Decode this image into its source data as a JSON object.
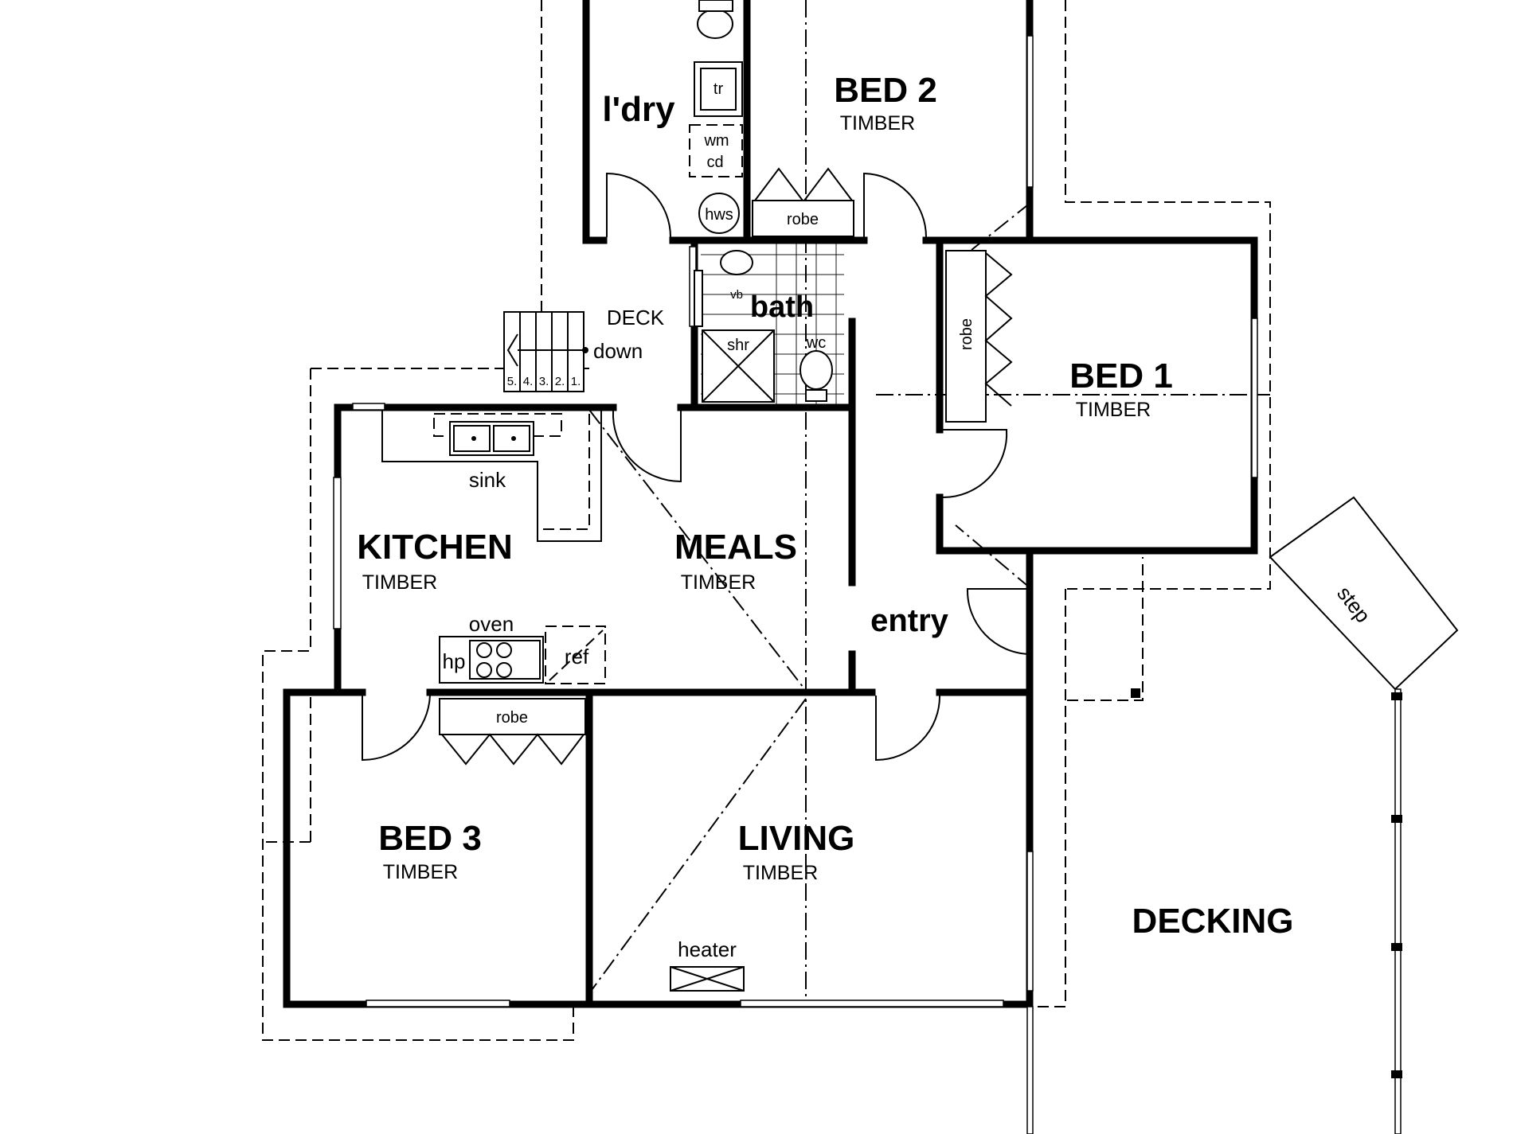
{
  "rooms": {
    "bed2": {
      "name": "BED 2",
      "floor": "TIMBER"
    },
    "bed1": {
      "name": "BED 1",
      "floor": "TIMBER"
    },
    "kitchen": {
      "name": "KITCHEN",
      "floor": "TIMBER"
    },
    "meals": {
      "name": "MEALS",
      "floor": "TIMBER"
    },
    "bed3": {
      "name": "BED 3",
      "floor": "TIMBER"
    },
    "living": {
      "name": "LIVING",
      "floor": "TIMBER"
    },
    "laundry": {
      "name": "l'dry"
    },
    "bath": {
      "name": "bath"
    },
    "entry": {
      "name": "entry"
    },
    "deck": {
      "name": "DECK"
    },
    "decking": {
      "name": "DECKING"
    }
  },
  "labels": {
    "toilet_tub": "tr",
    "washing_machine": "wm",
    "clothes_dryer": "cd",
    "hot_water": "hws",
    "robe_bed2": "robe",
    "robe_bed1": "robe",
    "robe_bed3": "robe",
    "vanity_basin": "vb",
    "shower": "shr",
    "wc": "wc",
    "stairs_down": "down",
    "sink": "sink",
    "oven": "oven",
    "hotplate": "hp",
    "fridge": "ref",
    "heater": "heater",
    "step": "step"
  },
  "stair_numbers": [
    "5.",
    "4.",
    "3.",
    "2.",
    "1."
  ]
}
